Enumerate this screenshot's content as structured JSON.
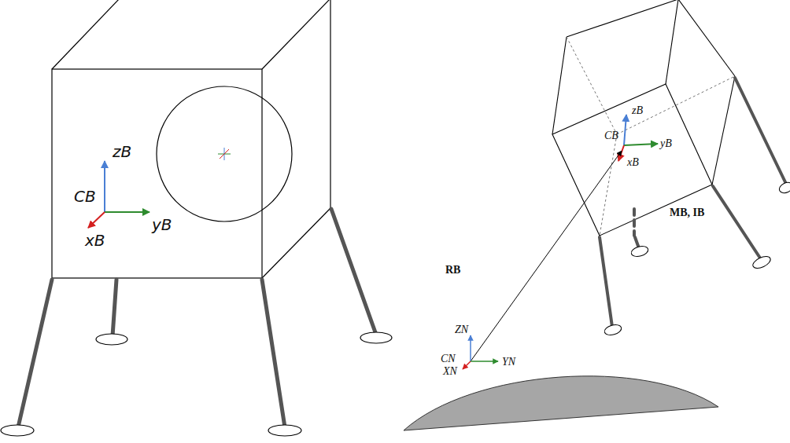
{
  "diagram": {
    "labels": [
      "zB",
      "CB",
      "yB",
      "xB",
      "zB",
      "CB",
      "yB",
      "xB",
      "MB, IB",
      "RB",
      "ZN",
      "CN",
      "YN",
      "XN"
    ]
  }
}
